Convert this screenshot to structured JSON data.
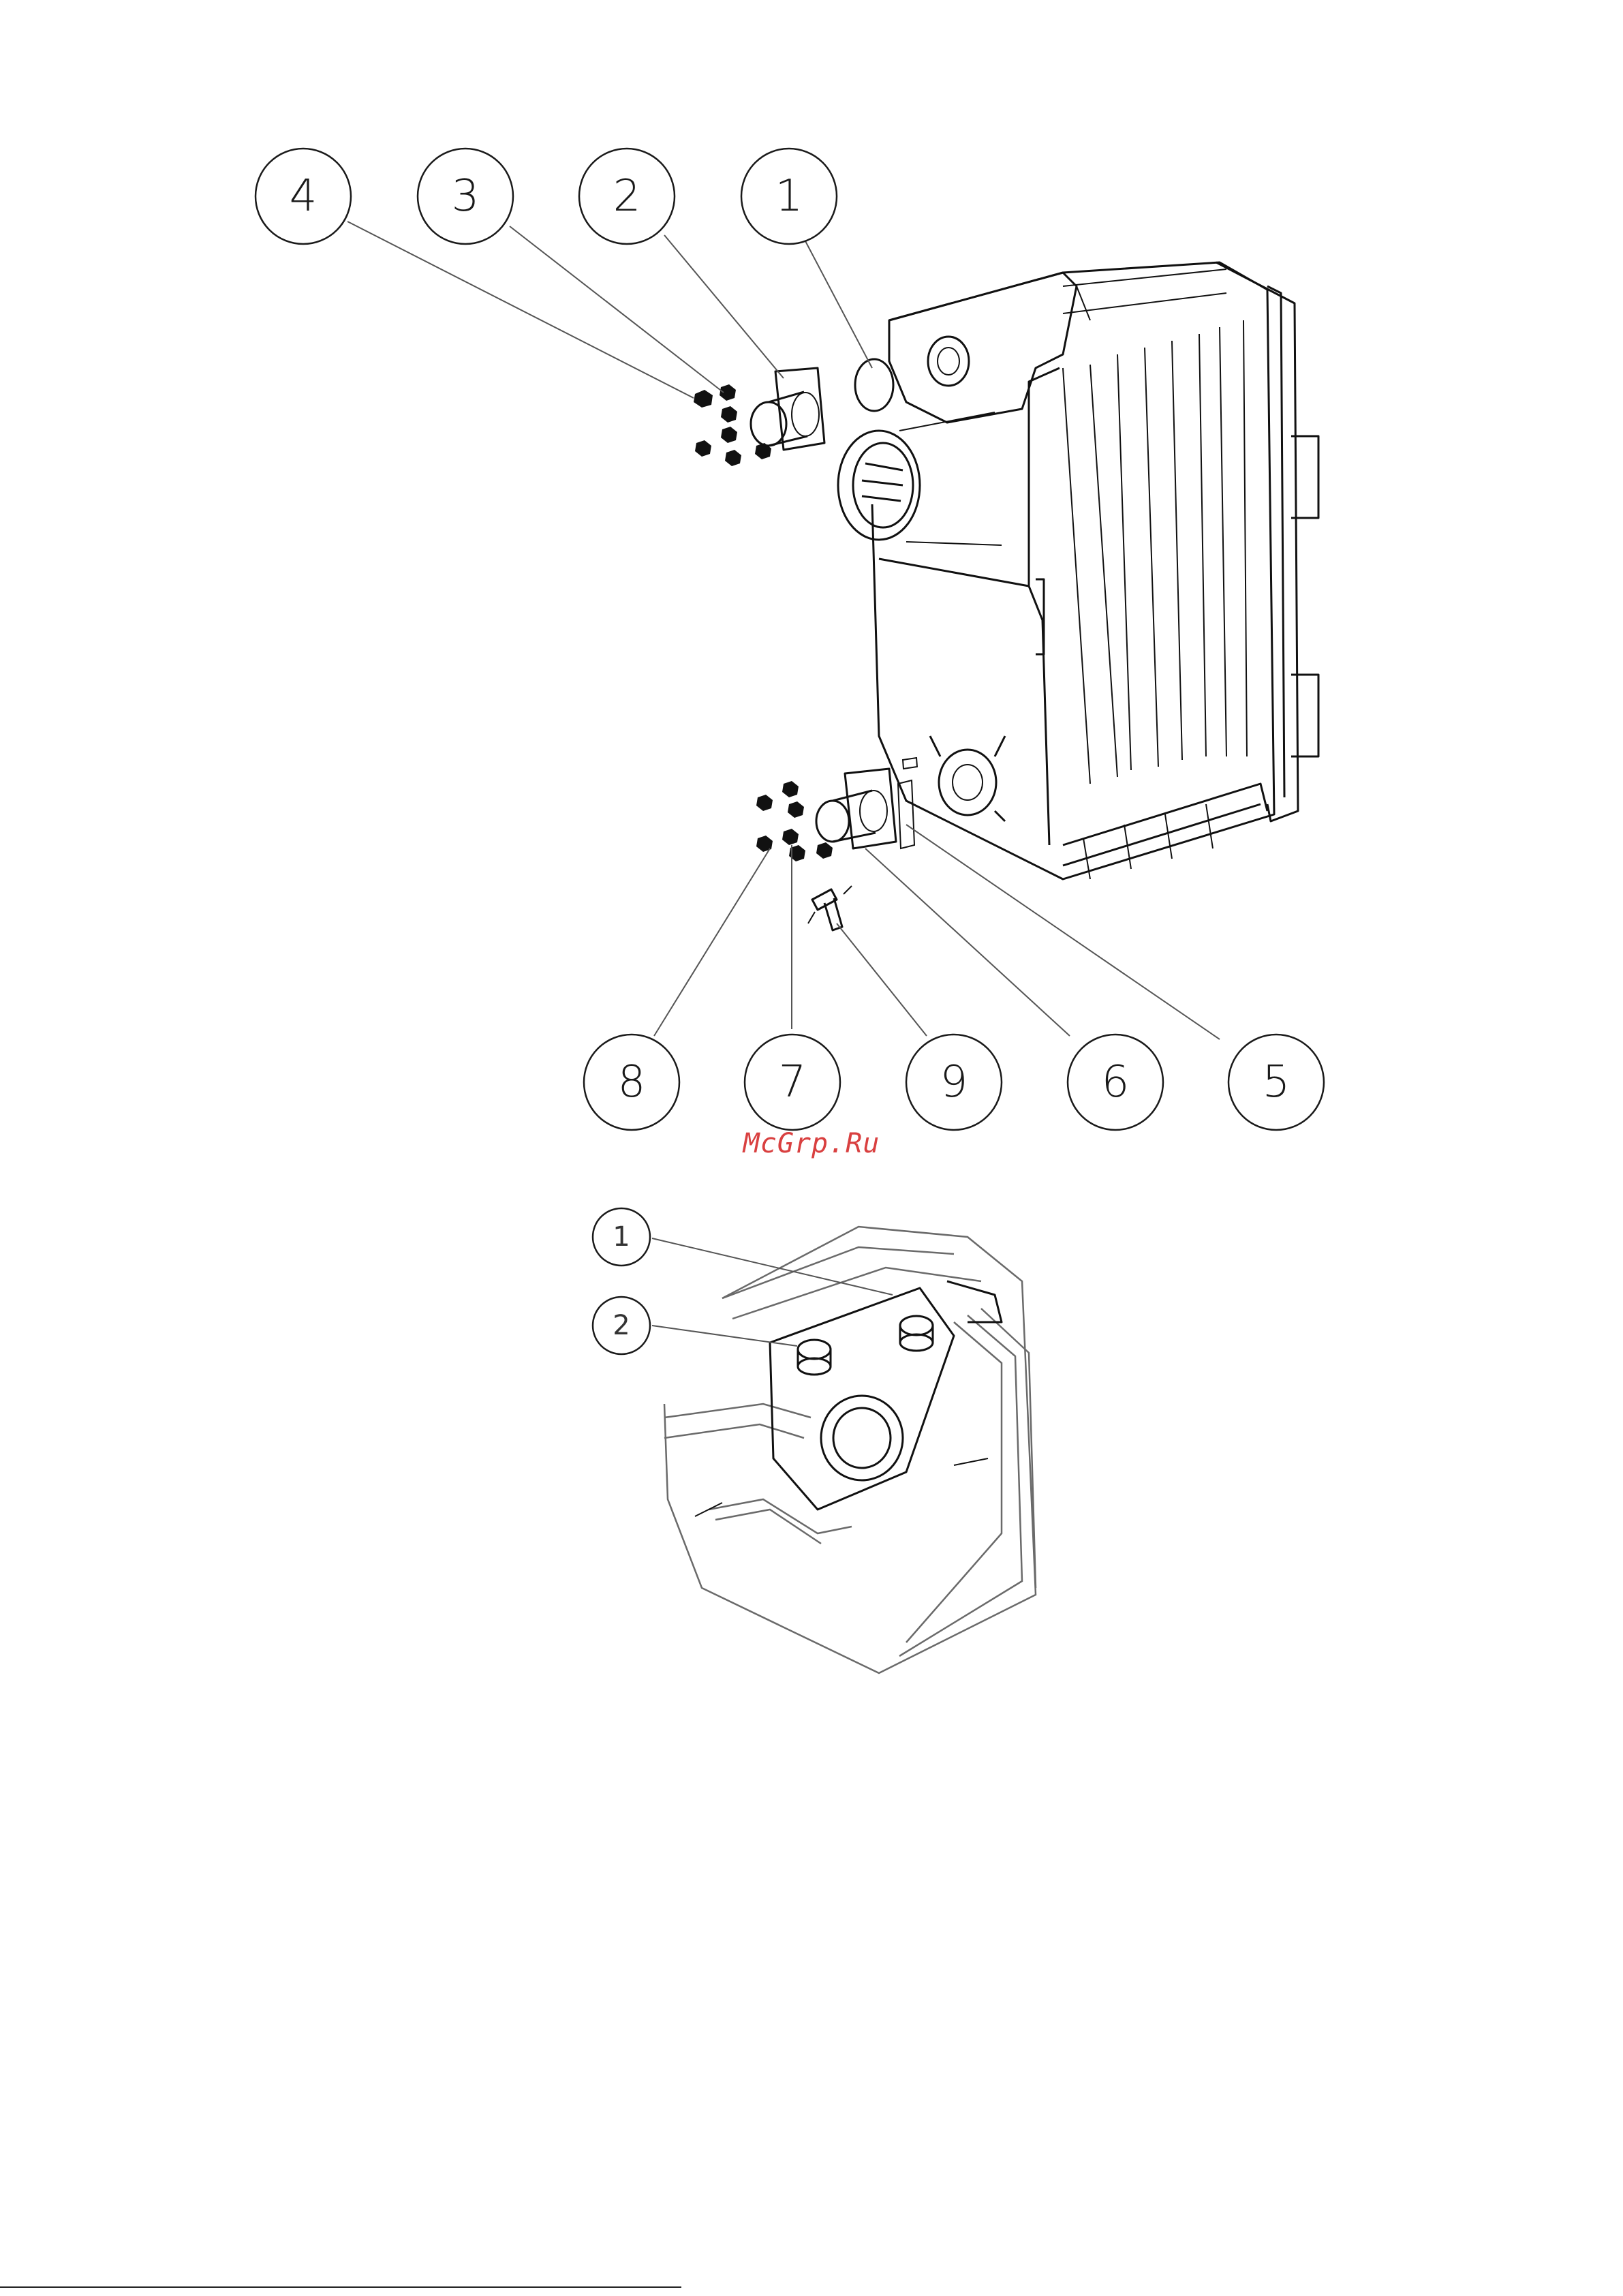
{
  "top_figure": {
    "callouts_top": [
      "4",
      "3",
      "2",
      "1"
    ],
    "callouts_bottom": [
      "8",
      "7",
      "9",
      "6",
      "5"
    ]
  },
  "bottom_figure": {
    "callouts": [
      "1",
      "2"
    ]
  },
  "watermark": "McGrp.Ru"
}
